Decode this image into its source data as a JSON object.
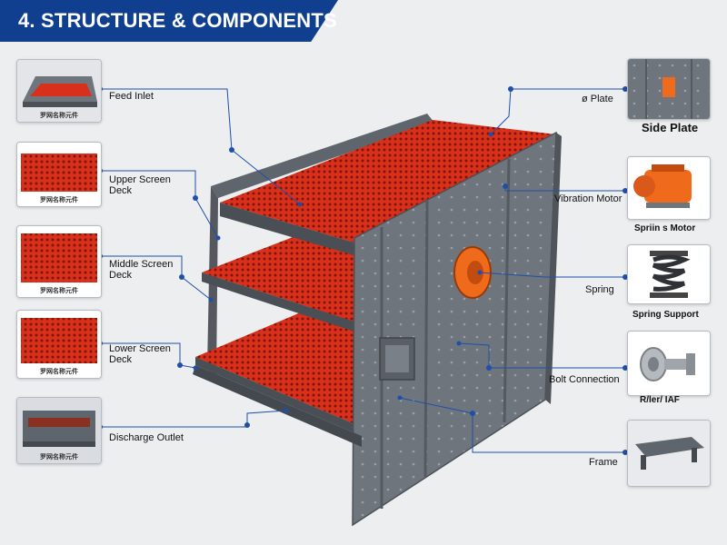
{
  "header": {
    "title": "4. STRUCTURE & COMPONENTS"
  },
  "colors": {
    "banner": "#103f8f",
    "screen_mesh": "#d8301a",
    "frame_steel": "#6f757c",
    "motor": "#f06a1c",
    "connector": "#1f4fa8"
  },
  "left_components": [
    {
      "label": "Feed Inlet",
      "caption": "罗网名称元件",
      "icon": "feed-inlet-thumbnail"
    },
    {
      "label": "Upper Screen Deck",
      "caption": "罗网名称元件",
      "icon": "upper-deck-thumbnail"
    },
    {
      "label": "Middle Screen Deck",
      "caption": "罗网名称元件",
      "icon": "middle-deck-thumbnail"
    },
    {
      "label": "Lower Screen Deck",
      "caption": "罗网名称元件",
      "icon": "lower-deck-thumbnail"
    },
    {
      "label": "Discharge Outlet",
      "caption": "罗网名称元件",
      "icon": "discharge-outlet-thumbnail"
    }
  ],
  "right_components": [
    {
      "label": "ø Plate",
      "caption": "Side Plate",
      "icon": "side-plate-thumbnail"
    },
    {
      "label": "Vibration Motor",
      "caption": "Spriin s Motor",
      "icon": "vibration-motor-thumbnail"
    },
    {
      "label": "Spring",
      "caption": "Spring Support",
      "icon": "spring-thumbnail"
    },
    {
      "label": "Bolt Connection",
      "caption": "R/ler/ IAF",
      "icon": "bolt-thumbnail"
    },
    {
      "label": "Frame",
      "caption": "",
      "icon": "frame-thumbnail"
    }
  ]
}
